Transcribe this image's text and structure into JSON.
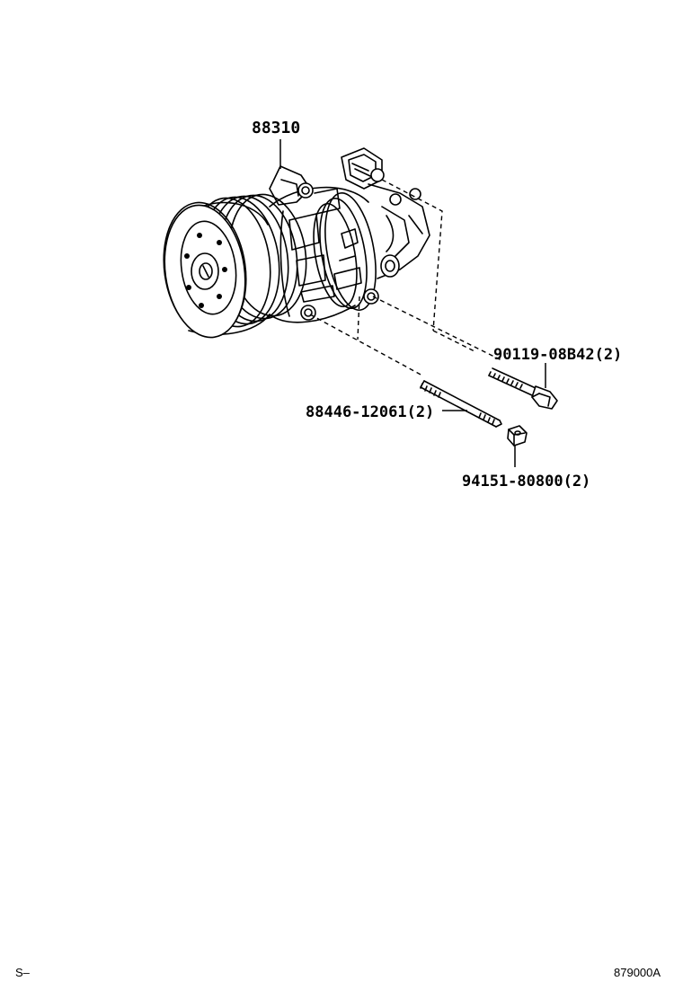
{
  "diagram": {
    "parts": [
      {
        "id": "compressor",
        "part_number": "88310"
      },
      {
        "id": "stud-bolt",
        "part_number": "88446-12061",
        "quantity": "(2)"
      },
      {
        "id": "flange-bolt",
        "part_number": "90119-08B42",
        "quantity": "(2)"
      },
      {
        "id": "nut",
        "part_number": "94151-80800",
        "quantity": "(2)"
      }
    ],
    "labels": {
      "compressor": "88310",
      "stud_bolt": "88446-12061(2)",
      "flange_bolt": "90119-08B42(2)",
      "nut": "94151-80800(2)"
    }
  },
  "footer": {
    "left_code": "S–",
    "figure_code": "879000A"
  }
}
